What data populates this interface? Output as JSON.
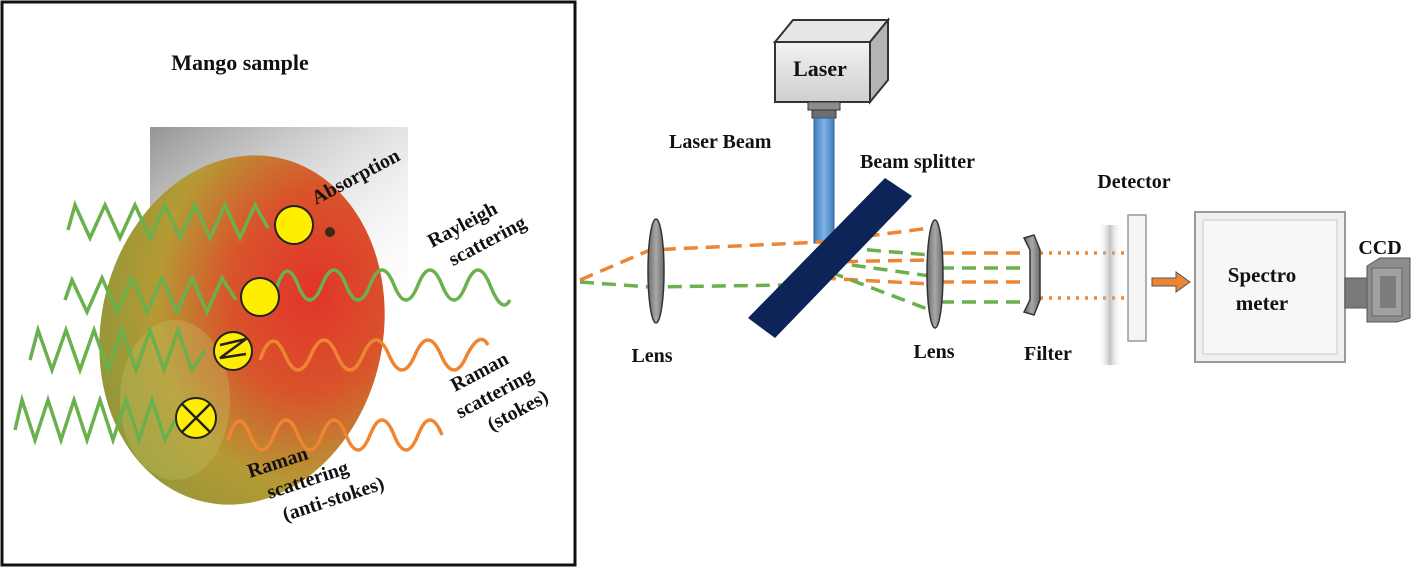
{
  "left_panel": {
    "title": "Mango sample",
    "labels": {
      "absorption": "Absorption",
      "rayleigh_line1": "Rayleigh",
      "rayleigh_line2": "scattering",
      "stokes_line1": "Raman",
      "stokes_line2": "scattering",
      "stokes_line3": "(stokes)",
      "anti_line1": "Raman",
      "anti_line2": "scattering",
      "anti_line3": "(anti-stokes)"
    }
  },
  "setup": {
    "laser": "Laser",
    "laser_beam": "Laser Beam",
    "beam_splitter": "Beam splitter",
    "detector": "Detector",
    "lens_left": "Lens",
    "lens_right": "Lens",
    "filter": "Filter",
    "spectrometer_line1": "Spectro",
    "spectrometer_line2": "meter",
    "ccd": "CCD"
  },
  "colors": {
    "green_wave": "#6ab04c",
    "orange_wave": "#ee8533",
    "green_beam": "#6ab04c",
    "orange_beam": "#ee8533",
    "laser_beam": "#5b9bd5",
    "beam_splitter": "#0d2458",
    "molecule": "#ffee00"
  }
}
